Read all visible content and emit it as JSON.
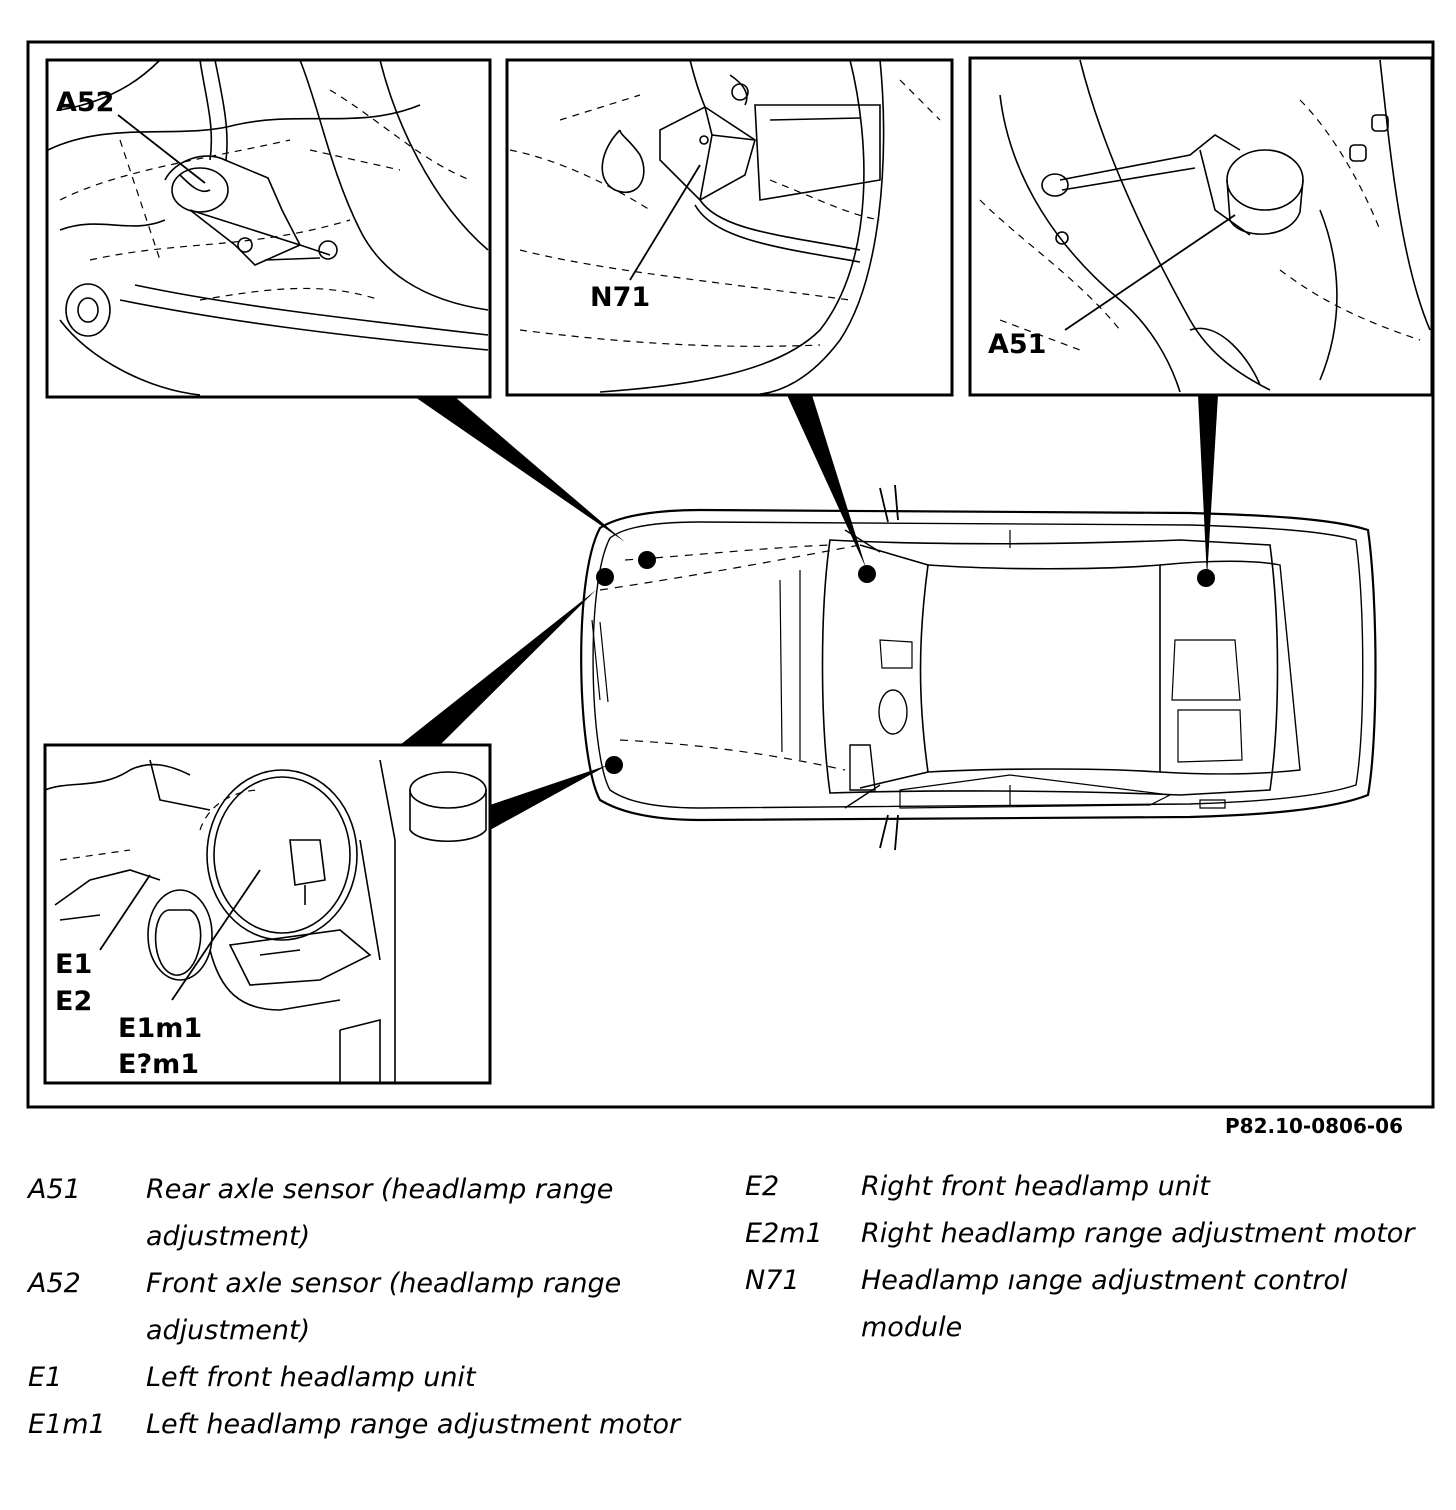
{
  "diagram": {
    "callouts": {
      "a52": "A52",
      "n71": "N71",
      "a51": "A51",
      "e1": "E1",
      "e2": "E2",
      "e1m1": "E1m1",
      "e2m1": "E?m1"
    },
    "figure_code": "P82.10-0806-06"
  },
  "legend": {
    "left": [
      {
        "code": "A51",
        "desc": "Rear axle sensor (headlamp range adjustment)"
      },
      {
        "code": "A52",
        "desc": "Front axle sensor (headlamp range adjustment)"
      },
      {
        "code": "E1",
        "desc": "Left front headlamp unit"
      },
      {
        "code": "E1m1",
        "desc": "Left headlamp range adjustment motor"
      }
    ],
    "right": [
      {
        "code": "E2",
        "desc": "Right front headlamp unit"
      },
      {
        "code": "E2m1",
        "desc": "Right headlamp range adjustment motor"
      },
      {
        "code": "N71",
        "desc": "Headlamp ıange adjustment control module"
      }
    ]
  }
}
